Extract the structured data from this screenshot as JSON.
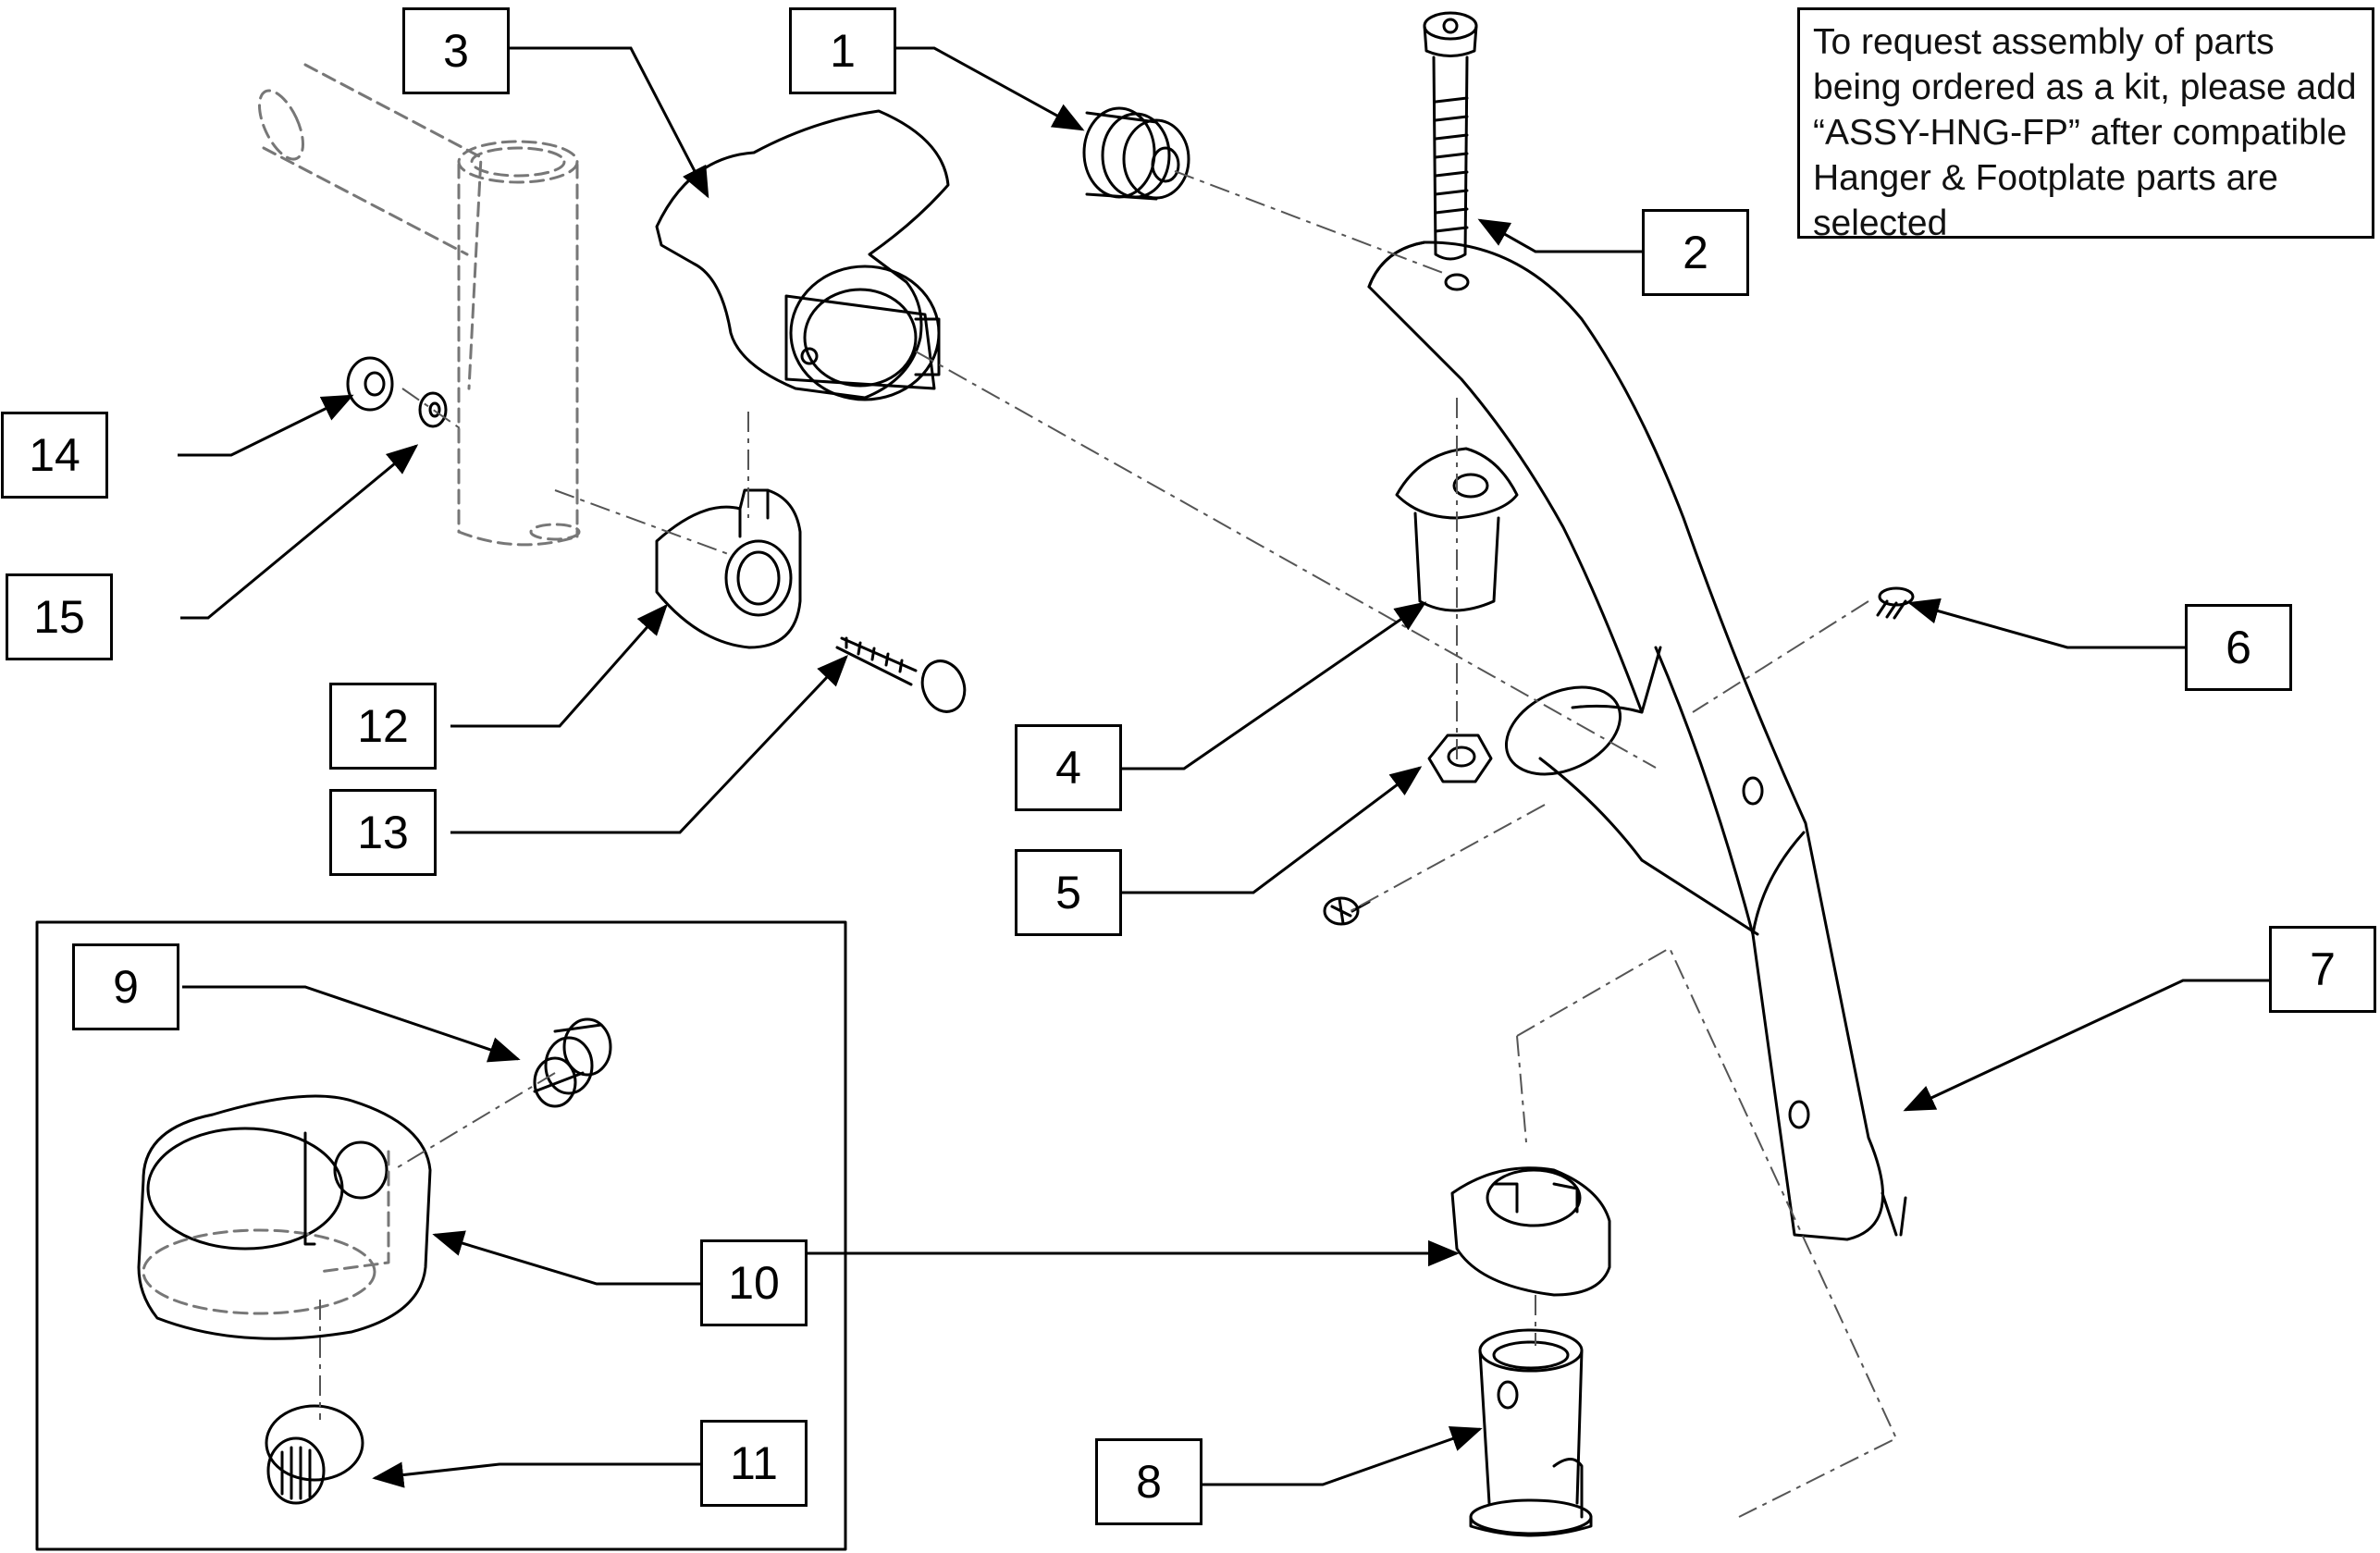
{
  "note": {
    "lines": [
      "To request assembly of parts",
      "being ordered as a kit, please add",
      "“ASSY-HNG-FP” after compatible",
      "Hanger & Footplate parts are",
      "selected"
    ]
  },
  "callouts": {
    "c1": "1",
    "c2": "2",
    "c3": "3",
    "c4": "4",
    "c5": "5",
    "c6": "6",
    "c7": "7",
    "c8": "8",
    "c9": "9",
    "c10": "10",
    "c11": "11",
    "c12": "12",
    "c13": "13",
    "c14": "14",
    "c15": "15"
  }
}
